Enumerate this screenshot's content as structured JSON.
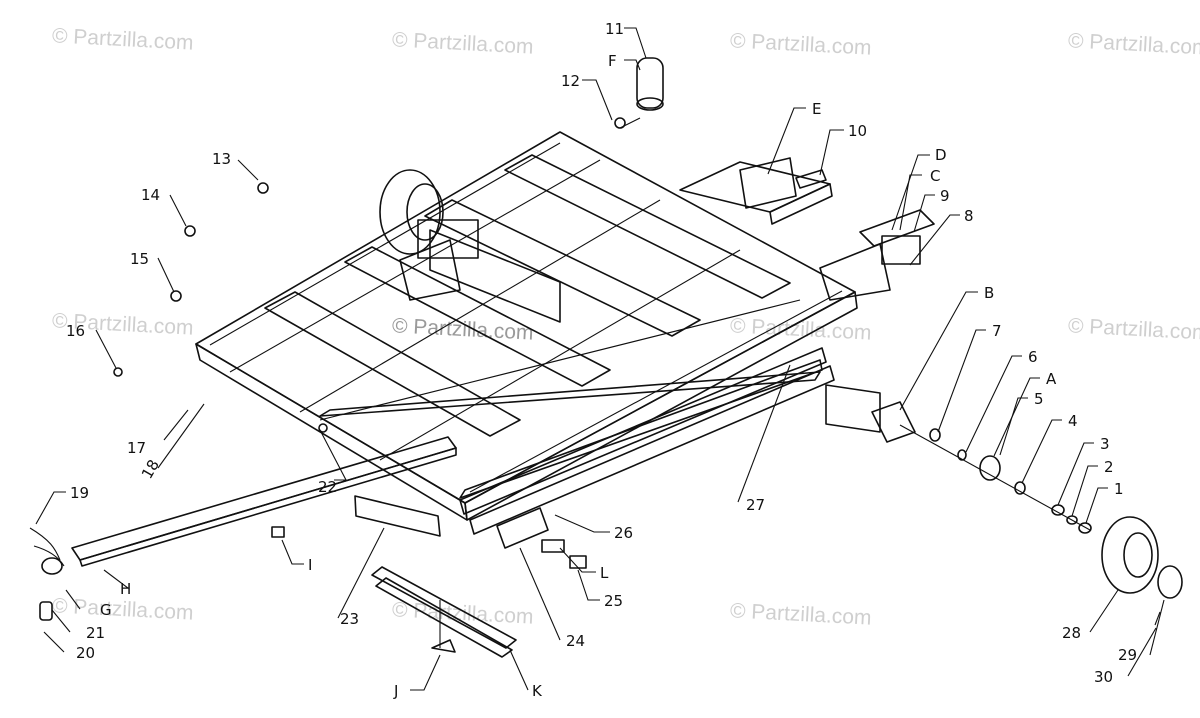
{
  "watermarks": [
    "© Partzilla.com",
    "© Partzilla.com",
    "© Partzilla.com",
    "© Partzilla.com",
    "© Partzilla.com",
    "© Partzilla.com",
    "© Partzilla.com",
    "© Partzilla.com",
    "© Partzilla.com",
    "© Partzilla.com",
    "© Partzilla.com"
  ],
  "callouts": [
    "11",
    "F",
    "12",
    "E",
    "10",
    "D",
    "C",
    "9",
    "8",
    "13",
    "14",
    "15",
    "16",
    "17",
    "18",
    "22",
    "B",
    "7",
    "6",
    "A",
    "5",
    "4",
    "3",
    "2",
    "1",
    "19",
    "H",
    "G",
    "21",
    "20",
    "I",
    "23",
    "26",
    "27",
    "L",
    "24",
    "25",
    "J",
    "K",
    "28",
    "29",
    "30"
  ]
}
